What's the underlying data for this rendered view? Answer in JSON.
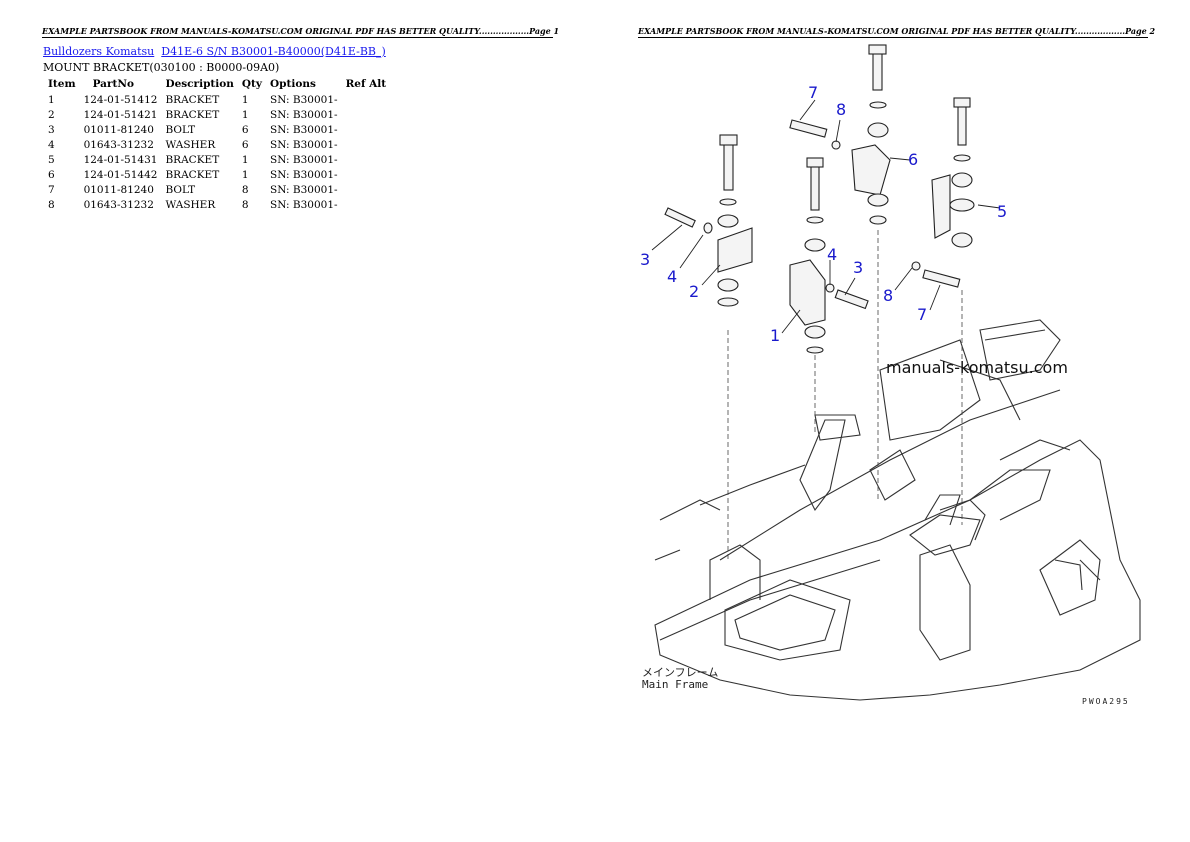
{
  "header": {
    "page1": "EXAMPLE PARTSBOOK FROM MANUALS-KOMATSU.COM ORIGINAL PDF HAS BETTER QUALITY..................Page 1",
    "page2": "EXAMPLE PARTSBOOK FROM MANUALS-KOMATSU.COM ORIGINAL PDF HAS BETTER QUALITY..................Page 2"
  },
  "breadcrumb": {
    "link1": "Bulldozers Komatsu",
    "link2": "D41E-6 S/N B30001-B40000(D41E-BB_)"
  },
  "section_title": "MOUNT BRACKET(030100 : B0000-09A0)",
  "table": {
    "headers": [
      "Item",
      "PartNo",
      "Description",
      "Qty",
      "Options",
      "Ref Alt"
    ],
    "rows": [
      [
        "1",
        "124-01-51412",
        "BRACKET",
        "1",
        "SN: B30001-",
        ""
      ],
      [
        "2",
        "124-01-51421",
        "BRACKET",
        "1",
        "SN: B30001-",
        ""
      ],
      [
        "3",
        "01011-81240",
        "BOLT",
        "6",
        "SN: B30001-",
        ""
      ],
      [
        "4",
        "01643-31232",
        "WASHER",
        "6",
        "SN: B30001-",
        ""
      ],
      [
        "5",
        "124-01-51431",
        "BRACKET",
        "1",
        "SN: B30001-",
        ""
      ],
      [
        "6",
        "124-01-51442",
        "BRACKET",
        "1",
        "SN: B30001-",
        ""
      ],
      [
        "7",
        "01011-81240",
        "BOLT",
        "8",
        "SN: B30001-",
        ""
      ],
      [
        "8",
        "01643-31232",
        "WASHER",
        "8",
        "SN: B30001-",
        ""
      ]
    ]
  },
  "diagram": {
    "watermark": "manuals-komatsu.com",
    "frame_label_jp": "メインフレーム",
    "frame_label_en": "Main Frame",
    "drawing_code": "PWOA295",
    "callouts": [
      "7",
      "8",
      "6",
      "5",
      "3",
      "4",
      "2",
      "1",
      "4",
      "3",
      "8",
      "7"
    ]
  }
}
